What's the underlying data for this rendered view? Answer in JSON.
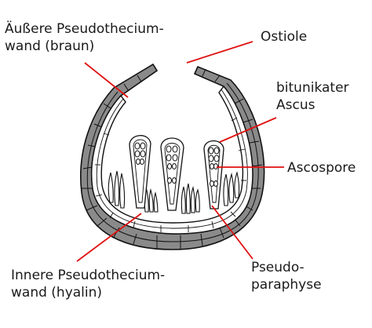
{
  "labels": {
    "outer_wall": [
      "Äußere Pseudothecium-",
      "wand (braun)"
    ],
    "ostiole": "Ostiole",
    "ascus": [
      "bitunikater",
      "Ascus"
    ],
    "ascospore": "Ascospore",
    "inner_wall": [
      "Innere Pseudothecium-",
      "wand (hyalin)"
    ],
    "pseudoparaphyse": [
      "Pseudo-",
      "paraphyse"
    ]
  },
  "colors": {
    "outer_wall": "#8a8a8a",
    "inner_wall": "#ffffff",
    "outline": "#111111",
    "leader": "#e01010"
  }
}
